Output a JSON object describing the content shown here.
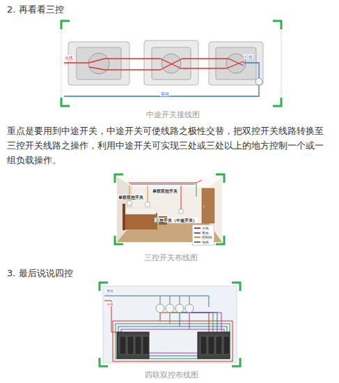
{
  "diagram": {
    "title": "2. 再看看三控",
    "nodes": [
      {
        "text": [
          "中途开关接线图"
        ]
      },
      {
        "text": [
          "三控开关布线图"
        ]
      },
      {
        "text": [
          "四联双控布线图"
        ]
      }
    ],
    "labels": [
      "火线",
      "灯线",
      "零线",
      "重点是要用到中途开关，中途开关可使线路之极性交替，把双控开关线路转换至三控开关线路之操作，利用中途开关可实现三处或三处以上的地方控制一个或一组负载操作。",
      "单联双控开关",
      "单联双控开关",
      "三控开关（中途开关）",
      "3. 最后说说四控",
      "零线",
      "火线"
    ],
    "legend": [
      {
        "text": "火线",
        "color": "#d9302a"
      },
      {
        "text": "零线",
        "color": "#2b6fd6"
      },
      {
        "text": "控制线",
        "color": "#e08a2a"
      },
      {
        "text": "地线",
        "color": "#3a9a3a"
      }
    ]
  }
}
